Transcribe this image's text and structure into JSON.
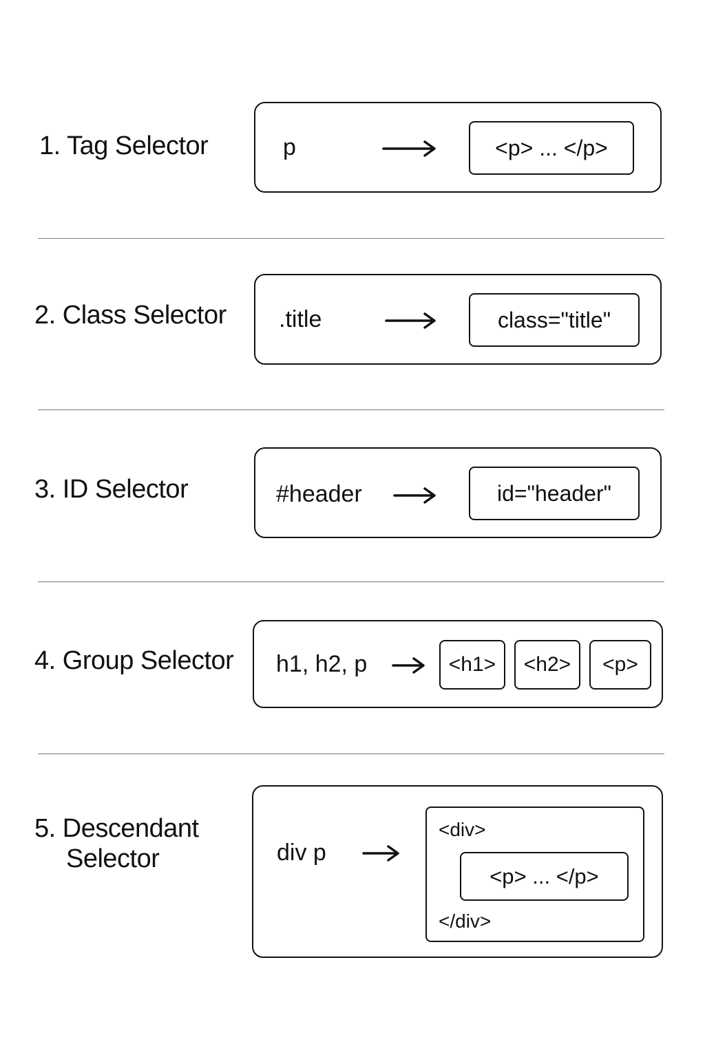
{
  "rows": [
    {
      "number": "1.",
      "label": "Tag Selector",
      "selector": "p",
      "targets": [
        "<p> ... </p>"
      ]
    },
    {
      "number": "2.",
      "label": "Class Selector",
      "selector": ".title",
      "targets": [
        "class=\"title\""
      ]
    },
    {
      "number": "3.",
      "label": "ID Selector",
      "selector": "#header",
      "targets": [
        "id=\"header\""
      ]
    },
    {
      "number": "4.",
      "label": "Group Selector",
      "selector": "h1, h2, p",
      "targets": [
        "<h1>",
        "<h2>",
        "<p>"
      ]
    },
    {
      "number": "5.",
      "label_line1": "Descendant",
      "label_line2": "Selector",
      "selector": "div p",
      "outer_open": "<div>",
      "inner": "<p> ... </p>",
      "outer_close": "</div>"
    }
  ]
}
